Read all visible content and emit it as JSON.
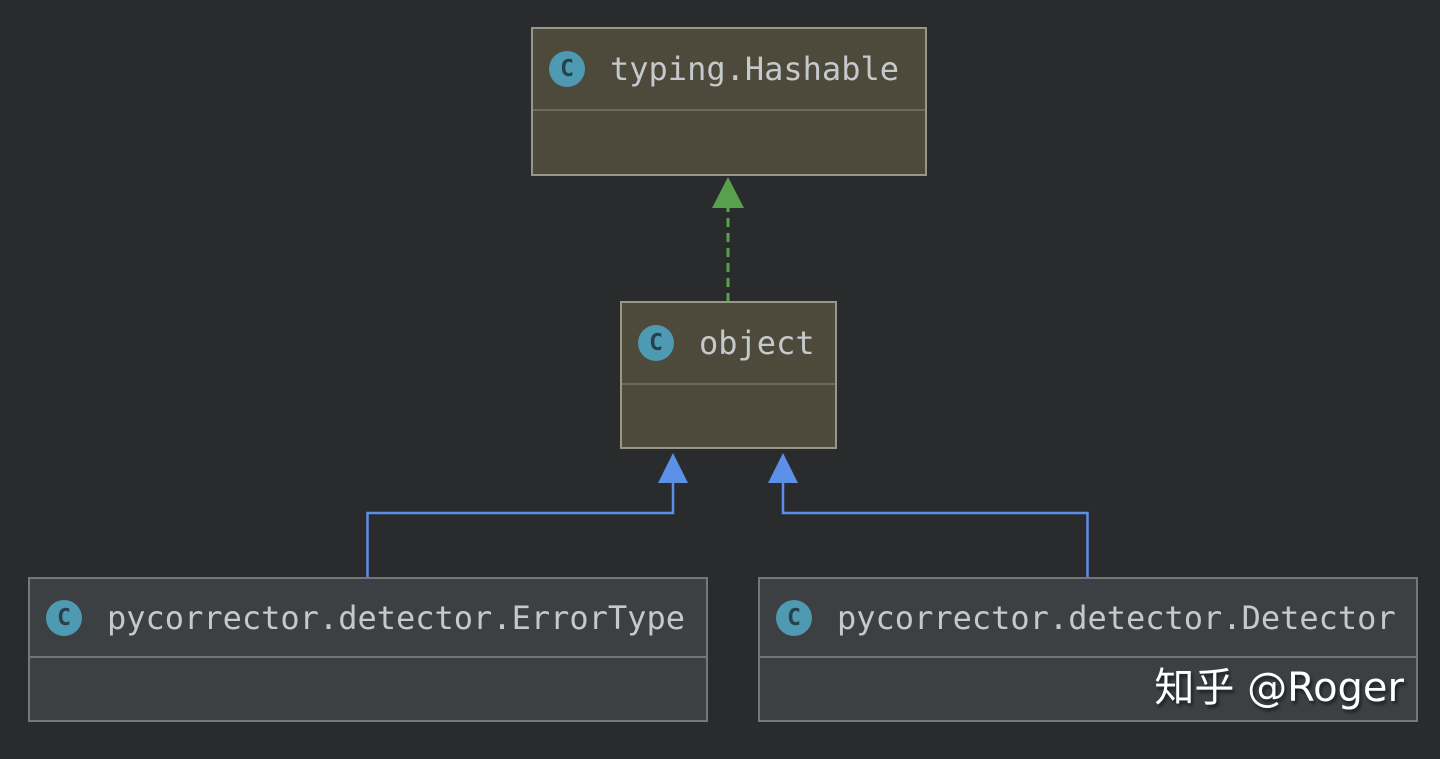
{
  "diagram": {
    "tool": "uml-class-diagram",
    "background_color": "#2a2b2d",
    "nodes": [
      {
        "id": "hashable",
        "label": "typing.Hashable",
        "kind": "class",
        "icon": "C",
        "selected": true
      },
      {
        "id": "object",
        "label": "object",
        "kind": "class",
        "icon": "C",
        "selected": true
      },
      {
        "id": "errortype",
        "label": "pycorrector.detector.ErrorType",
        "kind": "class",
        "icon": "C",
        "selected": false
      },
      {
        "id": "detector",
        "label": "pycorrector.detector.Detector",
        "kind": "class",
        "icon": "C",
        "selected": false
      }
    ],
    "edges": [
      {
        "from": "object",
        "to": "hashable",
        "type": "realization",
        "style": "dashed",
        "color": "#57a14c"
      },
      {
        "from": "errortype",
        "to": "object",
        "type": "inheritance",
        "style": "solid",
        "color": "#5c90e8"
      },
      {
        "from": "detector",
        "to": "object",
        "type": "inheritance",
        "style": "solid",
        "color": "#5c90e8"
      }
    ],
    "icon_colors": {
      "background": "#4f9ab3",
      "letter": "#27404a"
    },
    "node_colors": {
      "selected_fill": "#4e4a3b",
      "selected_border": "#96968a",
      "plain_fill": "#3d4043",
      "plain_border": "#75787b",
      "label_text": "#c5c9cc"
    }
  },
  "watermark": {
    "text": "知乎 @Roger",
    "color": "#ffffff"
  }
}
